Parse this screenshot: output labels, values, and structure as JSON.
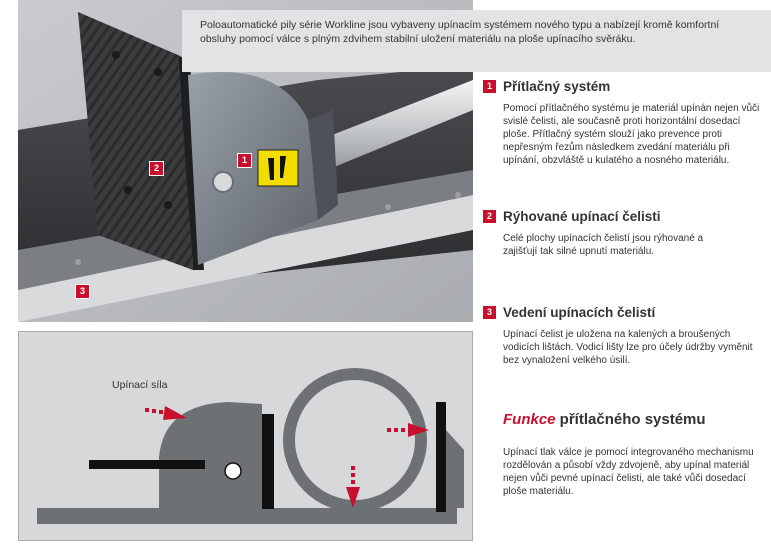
{
  "intro": "Poloautomatické pily série Workline jsou vybaveny upínacím systémem nového typu a nabízejí kromě komfortní obsluhy pomocí válce s plným zdvihem stabilní uložení materiálu na ploše upínacího svěráku.",
  "sections": [
    {
      "number": "1",
      "title": "Přítlačný systém",
      "body": "Pomocí přítlačného systému je materiál upínán nejen vůči svislé čelisti, ale současně proti horizontální dosedací ploše. Přítlačný systém slouží jako prevence proti nepřesným řezům následkem zvedání materiálu při upínání, obzvláště u kulatého a nosného materiálu."
    },
    {
      "number": "2",
      "title": "Rýhované upínací čelisti",
      "body": "Celé plochy upínacích čelistí jsou rýhované a zajišťují tak silné upnutí materiálu."
    },
    {
      "number": "3",
      "title": "Vedení upínacích čelistí",
      "body": "Upínací čelist je uložena na kalených a broušených vodicích lištách. Vodicí lišty lze pro účely údržby vyměnit bez vynaložení velkého úsilí."
    }
  ],
  "function": {
    "title_accent": "Funkce",
    "title_rest": " přítlačného systému",
    "body": "Upínací tlak válce je pomocí integrovaného mechanismu rozdělován a působí vždy zdvojeně, aby upínal materiál nejen vůči pevné upínací čelisti, ale také vůči dosedací ploše materiálu."
  },
  "photo_badges": [
    "1",
    "2",
    "3"
  ],
  "diagram": {
    "label": "Upínací síla"
  },
  "colors": {
    "accent": "#c8102e",
    "diagram_bg": "#d7d8d9",
    "part_gray": "#6e7174"
  }
}
